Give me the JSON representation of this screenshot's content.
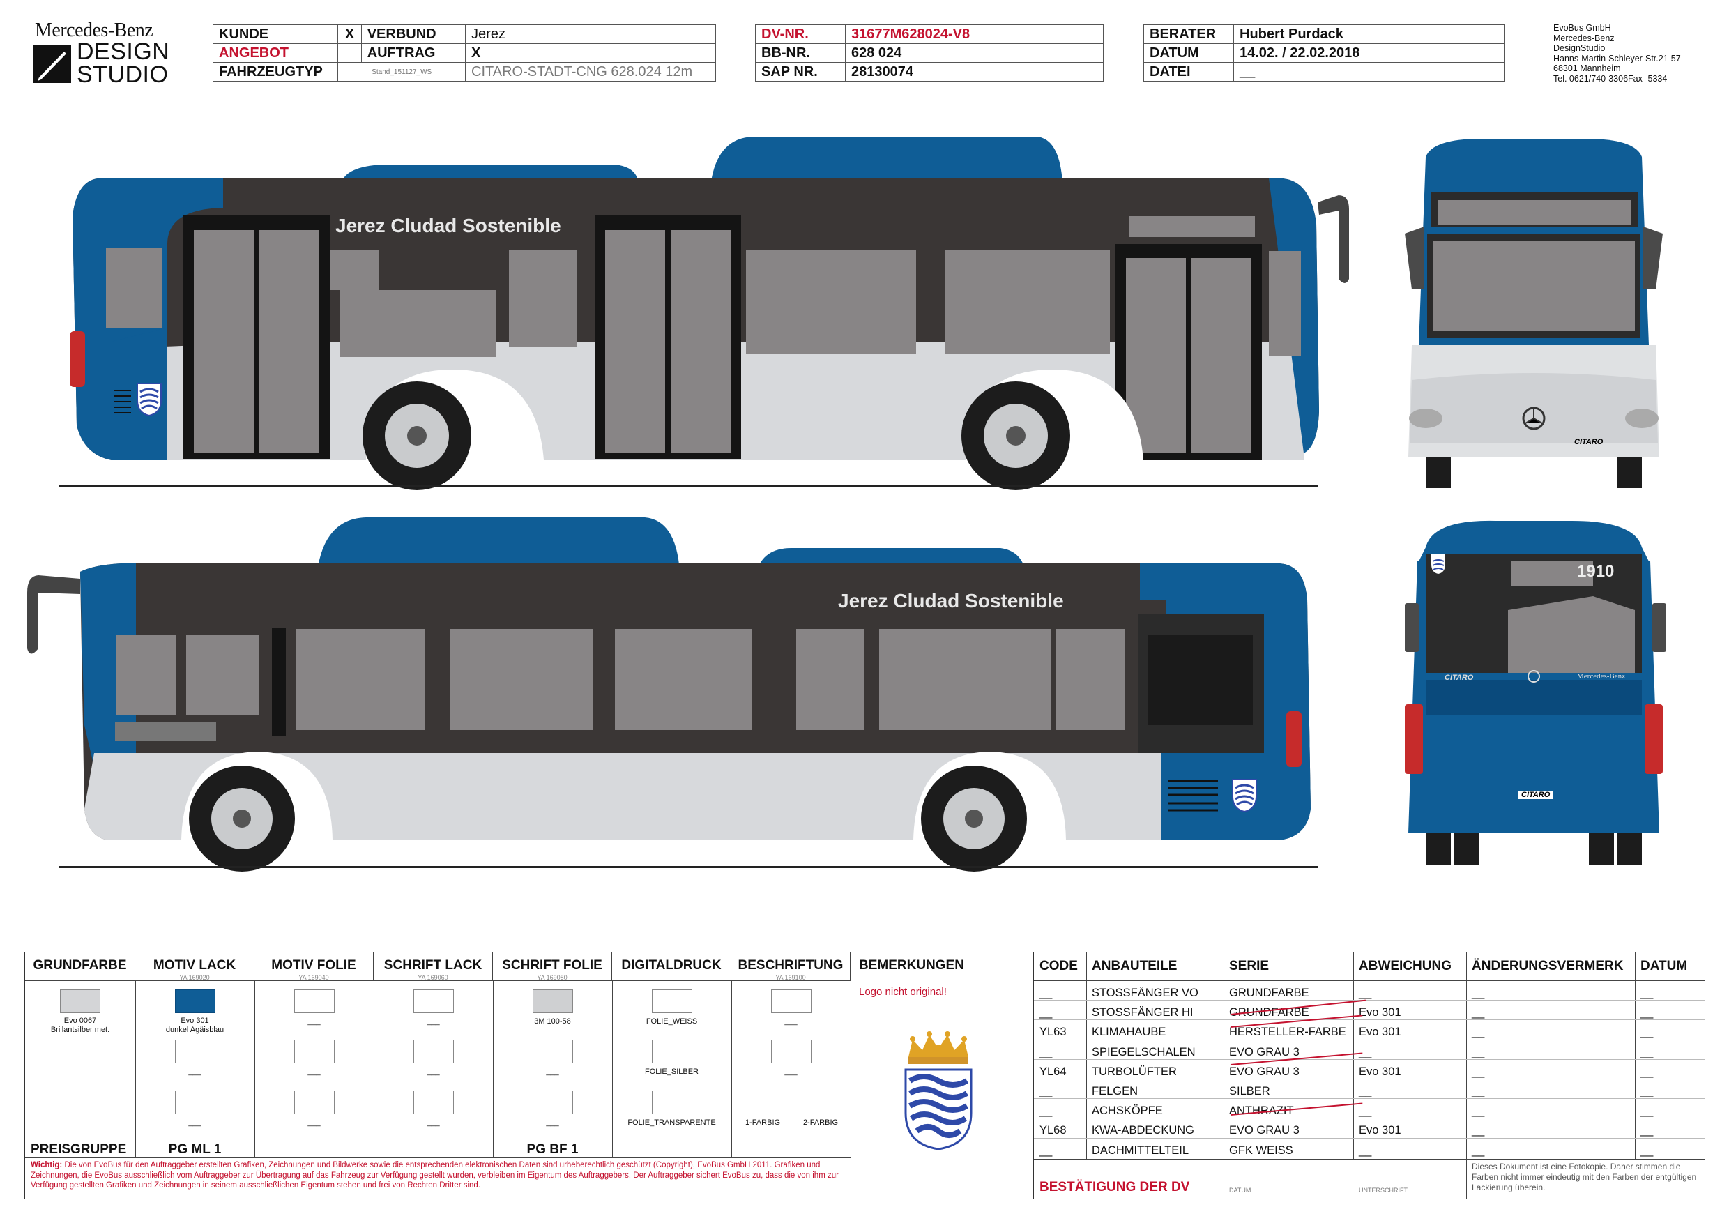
{
  "brand": {
    "line1": "Mercedes-Benz",
    "line2": "DESIGN",
    "line3": "STUDIO"
  },
  "header": {
    "table1": [
      {
        "label": "KUNDE",
        "mark": "X",
        "label2": "VERBUND",
        "value": "Jerez"
      },
      {
        "label": "ANGEBOT",
        "mark": "",
        "label2": "AUFTRAG",
        "value": "X"
      },
      {
        "label": "FAHRZEUGTYP",
        "stand": "Stand_151127_WS",
        "value": "CITARO-STADT-CNG  628.024  12m"
      }
    ],
    "table2": [
      {
        "label": "DV-NR.",
        "value": "31677M628024-V8"
      },
      {
        "label": "BB-NR.",
        "value": "628 024"
      },
      {
        "label": "SAP NR.",
        "value": "28130074"
      }
    ],
    "table3": [
      {
        "label": "BERATER",
        "value": "Hubert Purdack"
      },
      {
        "label": "DATUM",
        "value": "14.02. / 22.02.2018"
      },
      {
        "label": "DATEI",
        "value": "__"
      }
    ],
    "address": [
      "EvoBus GmbH",
      "Mercedes-Benz",
      "DesignStudio",
      "Hanns-Martin-Schleyer-Str.21-57",
      "68301 Mannheim",
      "Tel. 0621/740-3306Fax -5334"
    ]
  },
  "drawings": {
    "slogan": "Jerez Cludad Sostenible",
    "route_number": "1910",
    "front_badge": "CITARO",
    "rear_model": "CITARO",
    "rear_brand": "Mercedes-Benz",
    "rear_badge": "CITARO",
    "colors": {
      "blue": "#0f5d96",
      "darkblue": "#0a4a7c",
      "dark": "#3a3635",
      "silver": "#d7d9dc",
      "glass": "#888586",
      "tire": "#1c1c1c"
    }
  },
  "bottom": {
    "headers": [
      {
        "label": "GRUNDFARBE",
        "sub": ""
      },
      {
        "label": "MOTIV LACK",
        "sub": "YA 169020"
      },
      {
        "label": "MOTIV FOLIE",
        "sub": "YA 169040"
      },
      {
        "label": "SCHRIFT LACK",
        "sub": "YA 169060"
      },
      {
        "label": "SCHRIFT FOLIE",
        "sub": "YA 169080"
      },
      {
        "label": "DIGITALDRUCK",
        "sub": ""
      },
      {
        "label": "BESCHRIFTUNG",
        "sub": "YA 169100"
      },
      {
        "label": "BEMERKUNGEN",
        "sub": ""
      }
    ],
    "grundfarbe": {
      "name": "Evo 0067",
      "desc": "Brillantsilber met.",
      "color": "#d4d5d7"
    },
    "motiv_lack": {
      "name": "Evo 301",
      "desc": "dunkel Agäisblau",
      "color": "#0f5d96"
    },
    "schrift_folie": "3M 100-58",
    "digital": [
      "FOLIE_WEISS",
      "FOLIE_SILBER",
      "FOLIE_TRANSPARENTE"
    ],
    "beschriftung": [
      "1-FARBIG",
      "2-FARBIG"
    ],
    "dash": "___",
    "remarks": "Logo nicht original!",
    "price": {
      "label": "PREISGRUPPE",
      "motiv": "PG ML 1",
      "schrift": "PG BF 1"
    },
    "legal_bold": "Wichtig:",
    "legal": "Die von EvoBus für den Auftraggeber erstellten Grafiken, Zeichnungen und Bildwerke sowie die entsprechenden elektronischen Daten sind urheberechtlich geschützt (Copyright), EvoBus GmbH 2011. Grafiken und Zeichnungen, die EvoBus ausschließlich vom Auftraggeber zur Übertragung auf das Fahrzeug zur Verfügung gestellt wurden, verbleiben im Eigentum des Auftraggebers. Der Auftraggeber sichert EvoBus zu, dass die von ihm zur Verfügung gestellten Grafiken und Zeichnungen in seinem ausschließlichen Eigentum stehen und frei von Rechten Dritter sind.",
    "parts_headers": [
      "CODE",
      "ANBAUTEILE",
      "SERIE",
      "ABWEICHUNG",
      "ÄNDERUNGSVERMERK",
      "DATUM"
    ],
    "parts": [
      {
        "code": "__",
        "part": "STOSSFÄNGER VO",
        "serie": "GRUNDFARBE",
        "abw": "__",
        "aend": "__",
        "datum": "__"
      },
      {
        "code": "__",
        "part": "STOSSFÄNGER HI",
        "serie": "GRUNDFARBE",
        "abw": "Evo 301",
        "aend": "__",
        "datum": "__"
      },
      {
        "code": "YL63",
        "part": "KLIMAHAUBE",
        "serie": "HERSTELLER-FARBE",
        "abw": "Evo 301",
        "aend": "__",
        "datum": "__"
      },
      {
        "code": "__",
        "part": "SPIEGELSCHALEN",
        "serie": "EVO GRAU 3",
        "abw": "__",
        "aend": "__",
        "datum": "__"
      },
      {
        "code": "YL64",
        "part": "TURBOLÜFTER",
        "serie": "EVO GRAU 3",
        "abw": "Evo 301",
        "aend": "__",
        "datum": "__"
      },
      {
        "code": "__",
        "part": "FELGEN",
        "serie": "SILBER",
        "abw": "__",
        "aend": "__",
        "datum": "__"
      },
      {
        "code": "__",
        "part": "ACHSKÖPFE",
        "serie": "ANTHRAZIT",
        "abw": "__",
        "aend": "__",
        "datum": "__"
      },
      {
        "code": "YL68",
        "part": "KWA-ABDECKUNG",
        "serie": "EVO GRAU 3",
        "abw": "Evo 301",
        "aend": "__",
        "datum": "__"
      },
      {
        "code": "__",
        "part": "DACHMITTELTEIL",
        "serie": "GFK WEISS",
        "abw": "__",
        "aend": "__",
        "datum": "__"
      }
    ],
    "confirm": "BESTÄTIGUNG DER DV",
    "confirm_datum": "DATUM",
    "confirm_sign": "UNTERSCHRIFT",
    "note": "Dieses Dokument ist eine Fotokopie. Daher stimmen die Farben nicht immer eindeutig mit den Farben der entgültigen Lackierung überein."
  }
}
